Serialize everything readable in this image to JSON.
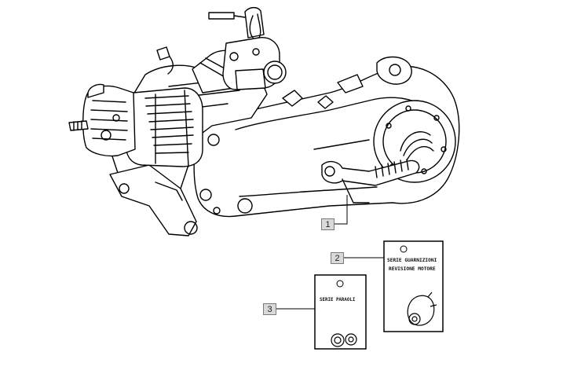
{
  "callouts": [
    {
      "number": "1"
    },
    {
      "number": "2"
    },
    {
      "number": "3"
    }
  ],
  "kit_cards": {
    "card_2_line_1": "SERIE GUARNIZIONI",
    "card_2_line_2": "REVISIONE MOTORE",
    "card_3_line_1": "SERIE PARAOLI"
  },
  "colors": {
    "line": "#000000",
    "callout_fill": "#d9d9d9",
    "callout_border": "#7a7a7a"
  }
}
